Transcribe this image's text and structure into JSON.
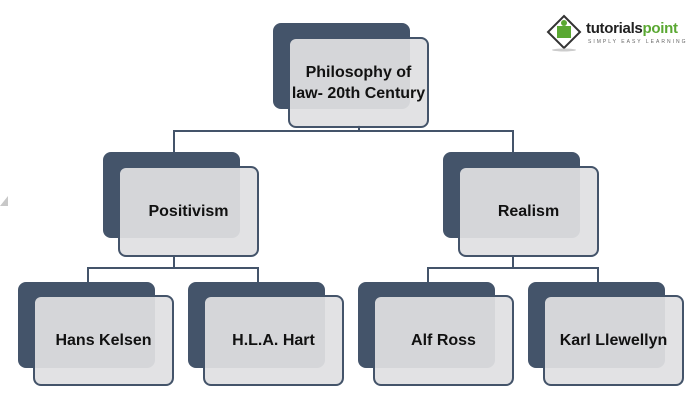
{
  "root": {
    "label": "Philosophy of law- 20th Century"
  },
  "branches": [
    {
      "label": "Positivism",
      "children": [
        "Hans Kelsen",
        "H.L.A. Hart"
      ]
    },
    {
      "label": "Realism",
      "children": [
        "Alf Ross",
        "Karl Llewellyn"
      ]
    }
  ],
  "logo": {
    "brand_a": "tutorials",
    "brand_b": "point",
    "tagline": "SIMPLY EASY LEARNING"
  },
  "colors": {
    "dark": "#44546a",
    "light": "#e0e0e2",
    "accent": "#5aa832"
  }
}
